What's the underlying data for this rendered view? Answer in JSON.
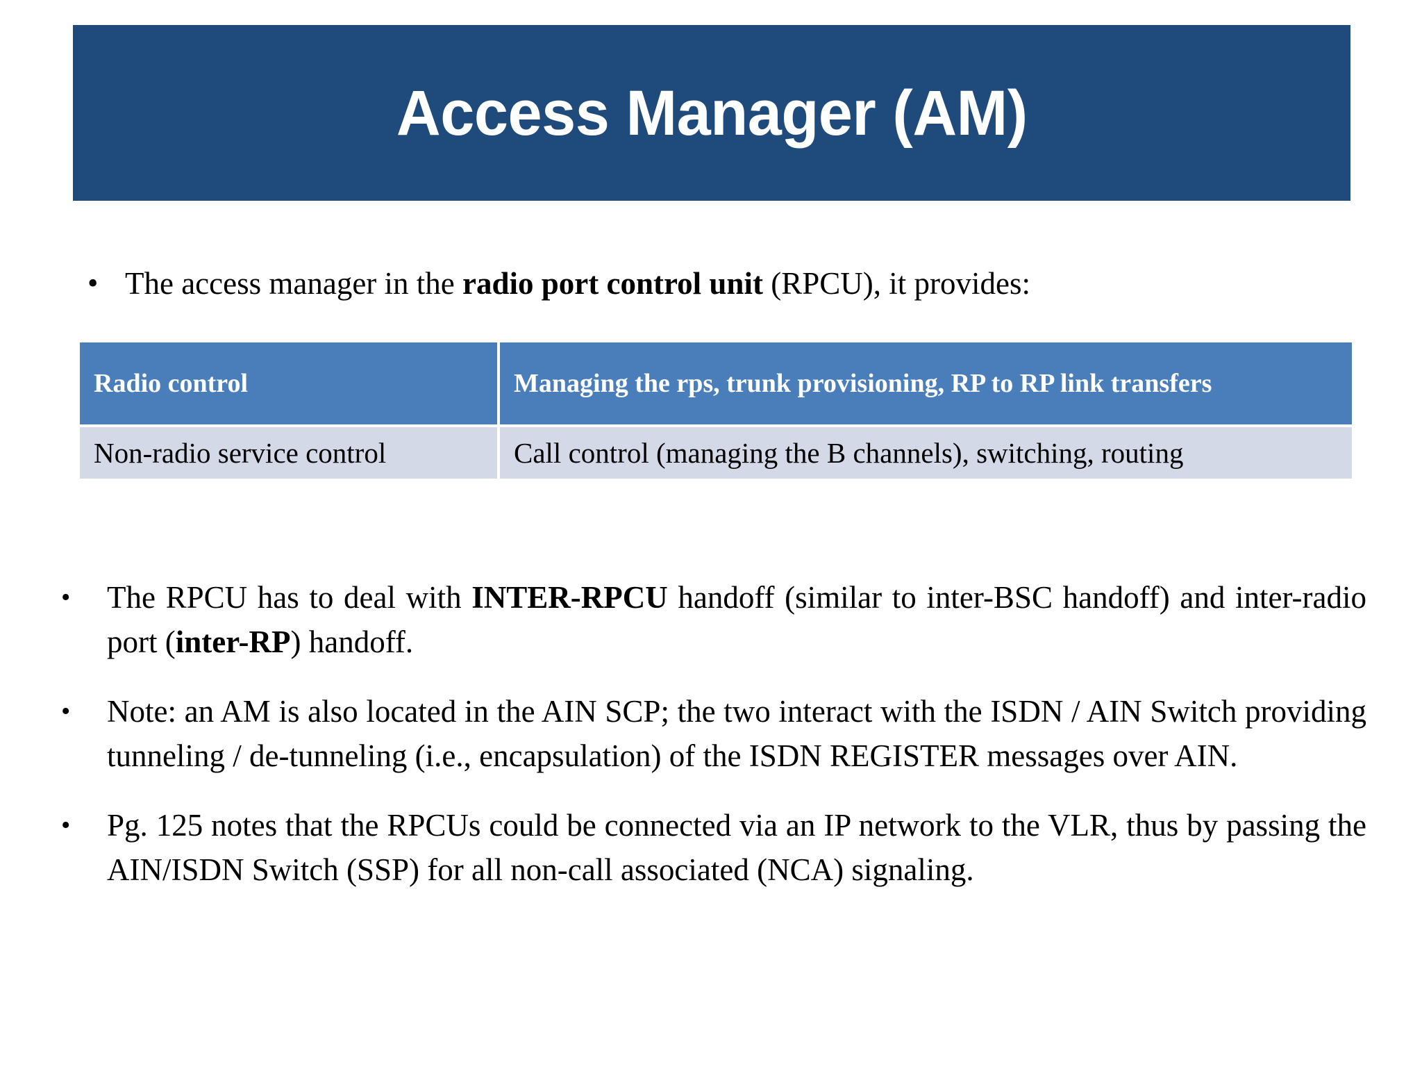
{
  "slide": {
    "title": "Access Manager (AM)",
    "background_color": "#FFFFFF",
    "title_banner_color": "#1F4A7C",
    "title_text_color": "#FFFFFF"
  },
  "intro": {
    "bullet_glyph": "•",
    "part1": "The access manager in the ",
    "bold": "radio port control unit",
    "part2": " (RPCU), it provides:"
  },
  "table": {
    "header_bg": "#4A7EBB",
    "header_text_color": "#FFFFFF",
    "row_bg": "#D4D9E8",
    "row_text_color": "#000000",
    "rows": [
      {
        "label": "Radio control",
        "value": "Managing the rps, trunk provisioning, RP to RP link transfers"
      },
      {
        "label": "Non-radio service control",
        "value": "Call control (managing the B channels), switching, routing"
      }
    ]
  },
  "bullets": [
    {
      "glyph": "•",
      "line1_a": "The RPCU has to deal with ",
      "line1_bold": "INTER-RPCU",
      "line1_b": " handoff (similar to inter-BSC handoff)",
      "line2_a": "and inter-radio port (",
      "line2_bold": "inter-RP",
      "line2_b": ") handoff."
    },
    {
      "glyph": "•",
      "line1": "Note: an AM is also located in the AIN SCP; the two interact with the ISDN / AIN",
      "line2": "Switch providing tunneling / de-tunneling (i.e., encapsulation) of the ISDN",
      "line3": "REGISTER messages over AIN."
    },
    {
      "glyph": "•",
      "line1": "Pg. 125 notes that the RPCUs could be connected via an IP network to the VLR,  thus",
      "line2": "by passing the AIN/ISDN Switch (SSP) for all non-call associated (NCA)  signaling."
    }
  ]
}
